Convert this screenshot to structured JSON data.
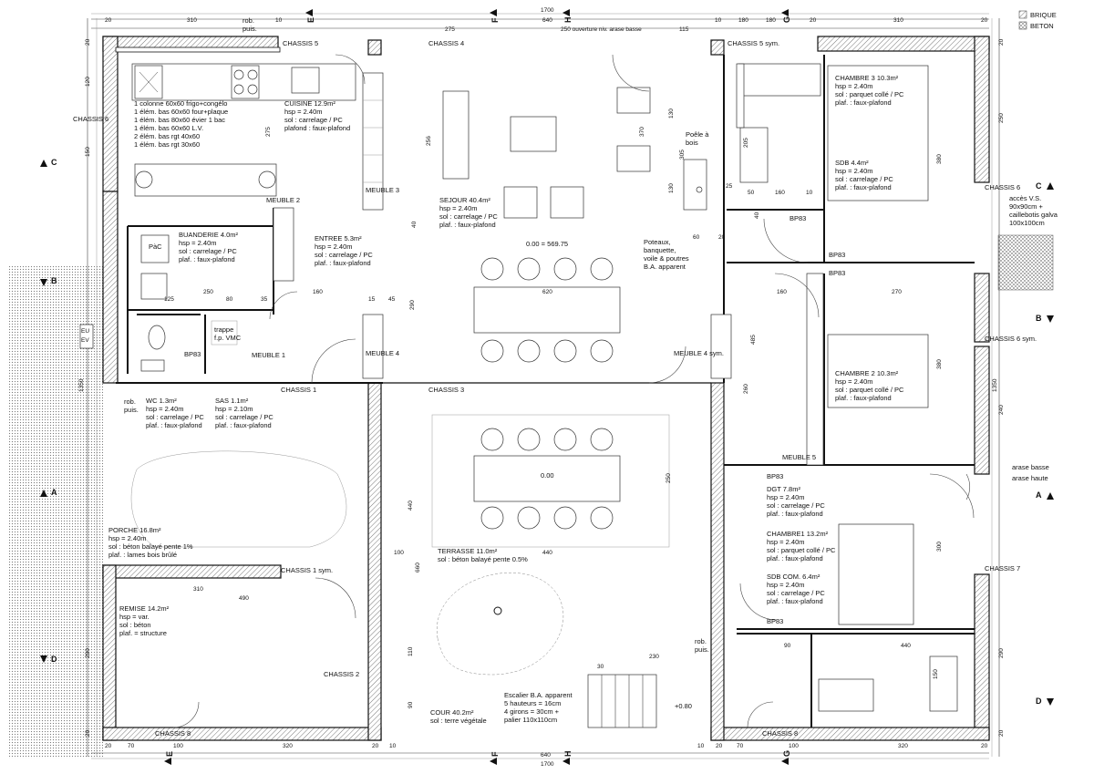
{
  "legend": {
    "brique": "BRIQUE",
    "beton": "BETON"
  },
  "sections": {
    "e_top": "E",
    "f_top": "F",
    "h_top": "H",
    "g_top": "G",
    "e_bot": "E",
    "f_bot": "F",
    "h_bot": "H",
    "g_bot": "G",
    "c_left": "C",
    "c_right": "C",
    "b_left": "B",
    "b_right": "B",
    "a_left": "A",
    "a_right": "A",
    "d_left": "D",
    "d_right": "D"
  },
  "top_dims": {
    "total": "1700",
    "d20a": "20",
    "d310a": "310",
    "d10a": "10",
    "d640": "640",
    "d10b": "10",
    "d180a": "180",
    "d20b": "20",
    "d180b": "180",
    "d310b": "310",
    "d20c": "20",
    "d275": "275",
    "d250": "250 ouverture niv. arase basse",
    "d115": "115"
  },
  "bottom_dims": {
    "total": "1700",
    "d640": "640",
    "b20a": "20",
    "b70": "70",
    "b100": "100",
    "b320a": "320",
    "b20b": "20",
    "b10a": "10",
    "b10b": "10",
    "b20c": "20",
    "b70b": "70",
    "b100b": "100",
    "b320b": "320",
    "b20d": "20"
  },
  "side_dims": {
    "l20a": "20",
    "l120": "120",
    "l150": "150",
    "l1350": "1350",
    "l290": "290",
    "l20b": "20",
    "r20a": "20",
    "r250": "250",
    "r240": "240",
    "r1350": "1350",
    "r290": "290",
    "r20b": "20"
  },
  "chassis": {
    "c5": "CHASSIS 5",
    "c4": "CHASSIS 4",
    "c5sym": "CHASSIS 5 sym.",
    "c6l": "CHASSIS 6",
    "c6r": "CHASSIS 6",
    "c6sym": "CHASSIS 6 sym.",
    "c1": "CHASSIS 1",
    "c3": "CHASSIS 3",
    "c1sym": "CHASSIS 1 sym.",
    "c2": "CHASSIS 2",
    "c7": "CHASSIS 7",
    "c8l": "CHASSIS 8",
    "c8r": "CHASSIS 8"
  },
  "rooms": {
    "cuisine": [
      "CUISINE 12.9m²",
      "hsp = 2.40m",
      "sol : carrelage / PC",
      "plafond : faux-plafond"
    ],
    "kitchen_list": [
      "1 colonne 60x60 frigo+congélo",
      "1 élém. bas 60x60 four+plaque",
      "1 élém. bas 80x60 évier 1 bac",
      "1 élém. bas 60x60 L.V.",
      "2 élém. bas rgt 40x60",
      "1 élém. bas rgt 30x60"
    ],
    "buanderie": [
      "BUANDERIE 4.0m²",
      "hsp = 2.40m",
      "sol : carrelage / PC",
      "plaf. : faux-plafond"
    ],
    "entree": [
      "ENTREE 5.3m²",
      "hsp = 2.40m",
      "sol : carrelage / PC",
      "plaf. : faux-plafond"
    ],
    "sejour": [
      "SEJOUR 40.4m²",
      "hsp = 2.40m",
      "sol : carrelage / PC",
      "plaf. : faux-plafond"
    ],
    "wc": [
      "WC 1.3m²",
      "hsp = 2.40m",
      "sol : carrelage / PC",
      "plaf. : faux-plafond"
    ],
    "sas": [
      "SAS 1.1m²",
      "hsp = 2.10m",
      "sol : carrelage / PC",
      "plaf. : faux-plafond"
    ],
    "chambre3": [
      "CHAMBRE 3 10.3m²",
      "hsp = 2.40m",
      "sol : parquet collé / PC",
      "plaf. : faux-plafond"
    ],
    "sdb": [
      "SDB 4.4m²",
      "hsp = 2.40m",
      "sol : carrelage / PC",
      "plaf. : faux-plafond"
    ],
    "chambre2": [
      "CHAMBRE 2 10.3m²",
      "hsp = 2.40m",
      "sol : parquet collé / PC",
      "plaf. : faux-plafond"
    ],
    "dgt": [
      "DGT 7.8m²",
      "hsp = 2.40m",
      "sol : carrelage / PC",
      "plaf. : faux-plafond"
    ],
    "chambre1": [
      "CHAMBRE1 13.2m²",
      "hsp = 2.40m",
      "sol : parquet collé / PC",
      "plaf. : faux-plafond"
    ],
    "sdbcom": [
      "SDB COM. 6.4m²",
      "hsp = 2.40m",
      "sol : carrelage / PC",
      "plaf. : faux-plafond"
    ],
    "porche": [
      "PORCHE 16.8m²",
      "hsp = 2.40m",
      "sol : béton balayé pente 1%",
      "plaf. : lames bois brûlé"
    ],
    "terrasse": [
      "TERRASSE 11.0m²",
      "sol : béton balayé pente 0.5%"
    ],
    "remise": [
      "REMISE 14.2m²",
      "hsp = var.",
      "sol : béton",
      "plaf. = structure"
    ],
    "cour": [
      "COUR 40.2m²",
      "sol : terre végétale"
    ],
    "escalier": [
      "Escalier B.A. apparent",
      "5 hauteurs = 16cm",
      "4 girons = 30cm +",
      "palier 110x110cm"
    ]
  },
  "notes": {
    "poele": [
      "Poêle à",
      "bois"
    ],
    "poteaux": [
      "Poteaux,",
      "banquette,",
      "voile & poutres",
      "B.A. apparent"
    ],
    "acces": [
      "accès V.S.",
      "90x90cm +",
      "caillebotis galva",
      "100x100cm"
    ],
    "arase": [
      "arase basse",
      "arase haute"
    ],
    "trappe": [
      "trappe",
      "f.p. VMC"
    ],
    "robpuis": [
      "rob.",
      "puis."
    ],
    "pac": "PàC",
    "euev": [
      "EU",
      "EV"
    ],
    "level_sejour": "0.00 = 569.75",
    "level_terrasse": "0.00",
    "level_cour": "+0.80"
  },
  "furniture": {
    "meuble1": "MEUBLE 1",
    "meuble2": "MEUBLE 2",
    "meuble3": "MEUBLE 3",
    "meuble4": "MEUBLE 4",
    "meuble4sym": "MEUBLE 4 sym.",
    "meuble5": "MEUBLE 5"
  },
  "doors": {
    "bp83": "BP83"
  },
  "inner_dims": {
    "i620": "620",
    "i440": "440",
    "i250": "250",
    "i100": "100",
    "i660": "660",
    "i110": "110",
    "i90": "90",
    "i230": "230",
    "i30": "30",
    "i490": "490",
    "i310": "310",
    "i160": "160",
    "i270": "270",
    "i380": "380",
    "i300": "300",
    "i485": "485",
    "i260": "260",
    "i290": "290",
    "i125": "125",
    "i80": "80",
    "i35": "35",
    "i40": "40",
    "i60": "60",
    "i45": "45",
    "i15": "15",
    "i50": "50",
    "i10": "10",
    "i20": "20",
    "i25": "25",
    "i130": "130",
    "i305": "305",
    "i370": "370",
    "i256": "256",
    "i275": "275",
    "i150": "150",
    "i205": "205"
  }
}
